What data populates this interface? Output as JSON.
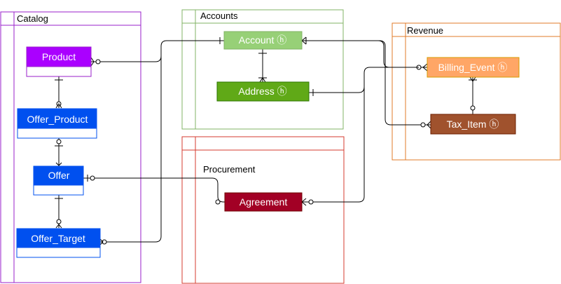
{
  "colors": {
    "catalog": "#9a1fcb",
    "accounts": "#82b366",
    "procurement": "#d63b2f",
    "revenue": "#e07b29",
    "product": "#aa00ff",
    "offer_blue": "#0050ef",
    "account": "#97d077",
    "address": "#60a917",
    "billing_event": "#ffa666",
    "tax_item": "#a0522d",
    "agreement": "#a20025",
    "edge": "#000000"
  },
  "groups": {
    "catalog": "Catalog",
    "accounts": "Accounts",
    "procurement": "Procurement",
    "revenue": "Revenue"
  },
  "entities": {
    "product": "Product",
    "offer_product": "Offer_Product",
    "offer": "Offer",
    "offer_target": "Offer_Target",
    "account": "Account ⓗ",
    "address": "Address ⓗ",
    "agreement": "Agreement",
    "billing_event": "Billing_Event ⓗ",
    "tax_item": "Tax_Item ⓗ"
  }
}
